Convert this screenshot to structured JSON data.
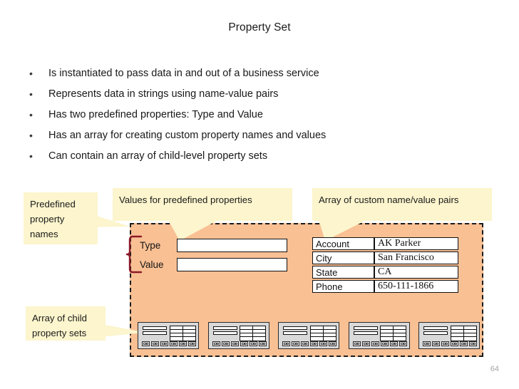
{
  "slide": {
    "title": "Property Set",
    "page_number": "64"
  },
  "bullets": [
    {
      "marker": "•",
      "text": "Is instantiated to pass data in and out of a business service"
    },
    {
      "marker": "•",
      "text": "Represents data in strings using name-value pairs"
    },
    {
      "marker": "•",
      "text": "Has two predefined properties: Type and Value"
    },
    {
      "marker": "•",
      "text": "Has an array for creating custom property names and values"
    },
    {
      "marker": "•",
      "text": "Can contain an array of child-level property sets"
    }
  ],
  "diagram": {
    "callouts": {
      "predefined_names": "Predefined property names",
      "values_for_predefined": "Values for predefined properties",
      "custom_pairs": "Array of custom name/value pairs",
      "child_sets": "Array of child property sets"
    },
    "predefined_properties": [
      {
        "label": "Type",
        "value": ""
      },
      {
        "label": "Value",
        "value": ""
      }
    ],
    "custom_pairs": [
      {
        "name": "Account",
        "value": "AK Parker"
      },
      {
        "name": "City",
        "value": "San Francisco"
      },
      {
        "name": "State",
        "value": "CA"
      },
      {
        "name": "Phone",
        "value": "650-111-1866"
      }
    ],
    "child_property_sets_count": 5,
    "colors": {
      "panel_fill": "#f9c094",
      "panel_border": "#1c1c1c",
      "callout_fill": "#fcf5cd",
      "brace": "#8c1a28",
      "field_fill": "#ffffff",
      "child_icon_fill": "#d9d9d9",
      "page_number": "#a6a6a6"
    }
  }
}
